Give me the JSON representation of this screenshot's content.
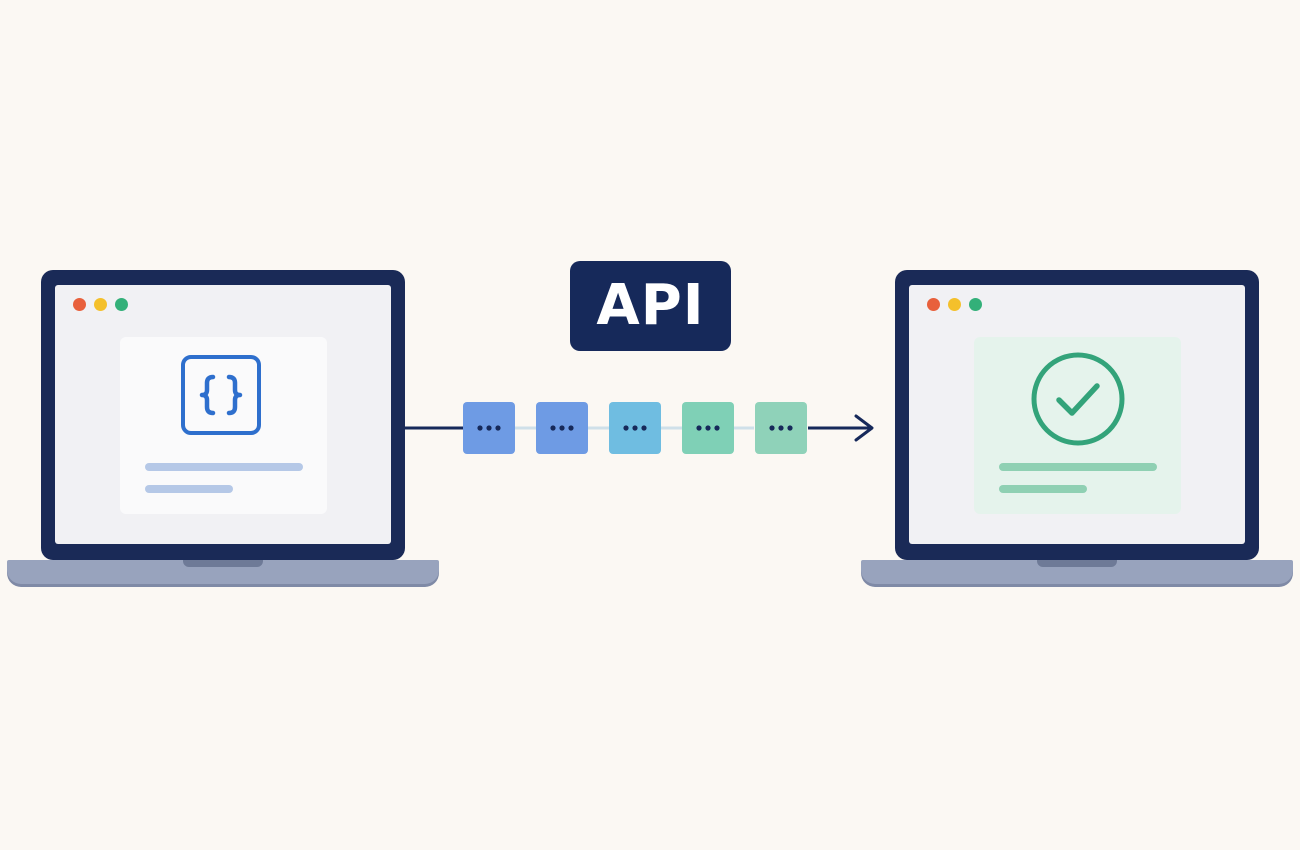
{
  "diagram": {
    "badge_label": "API",
    "source": {
      "name": "client-laptop",
      "icon": "curly-braces-icon",
      "accent": "#2e6fcd"
    },
    "target": {
      "name": "server-laptop",
      "icon": "check-circle-icon",
      "accent": "#33a37a"
    },
    "packets": [
      {
        "color": "#6e9be4"
      },
      {
        "color": "#6e9be4"
      },
      {
        "color": "#6fbde1"
      },
      {
        "color": "#7fd0b6"
      },
      {
        "color": "#8fd2b9"
      }
    ],
    "colors": {
      "background": "#fbf8f3",
      "navy": "#16295a",
      "window_red": "#e8603c",
      "window_yellow": "#f4c02b",
      "window_green": "#33b079"
    }
  }
}
